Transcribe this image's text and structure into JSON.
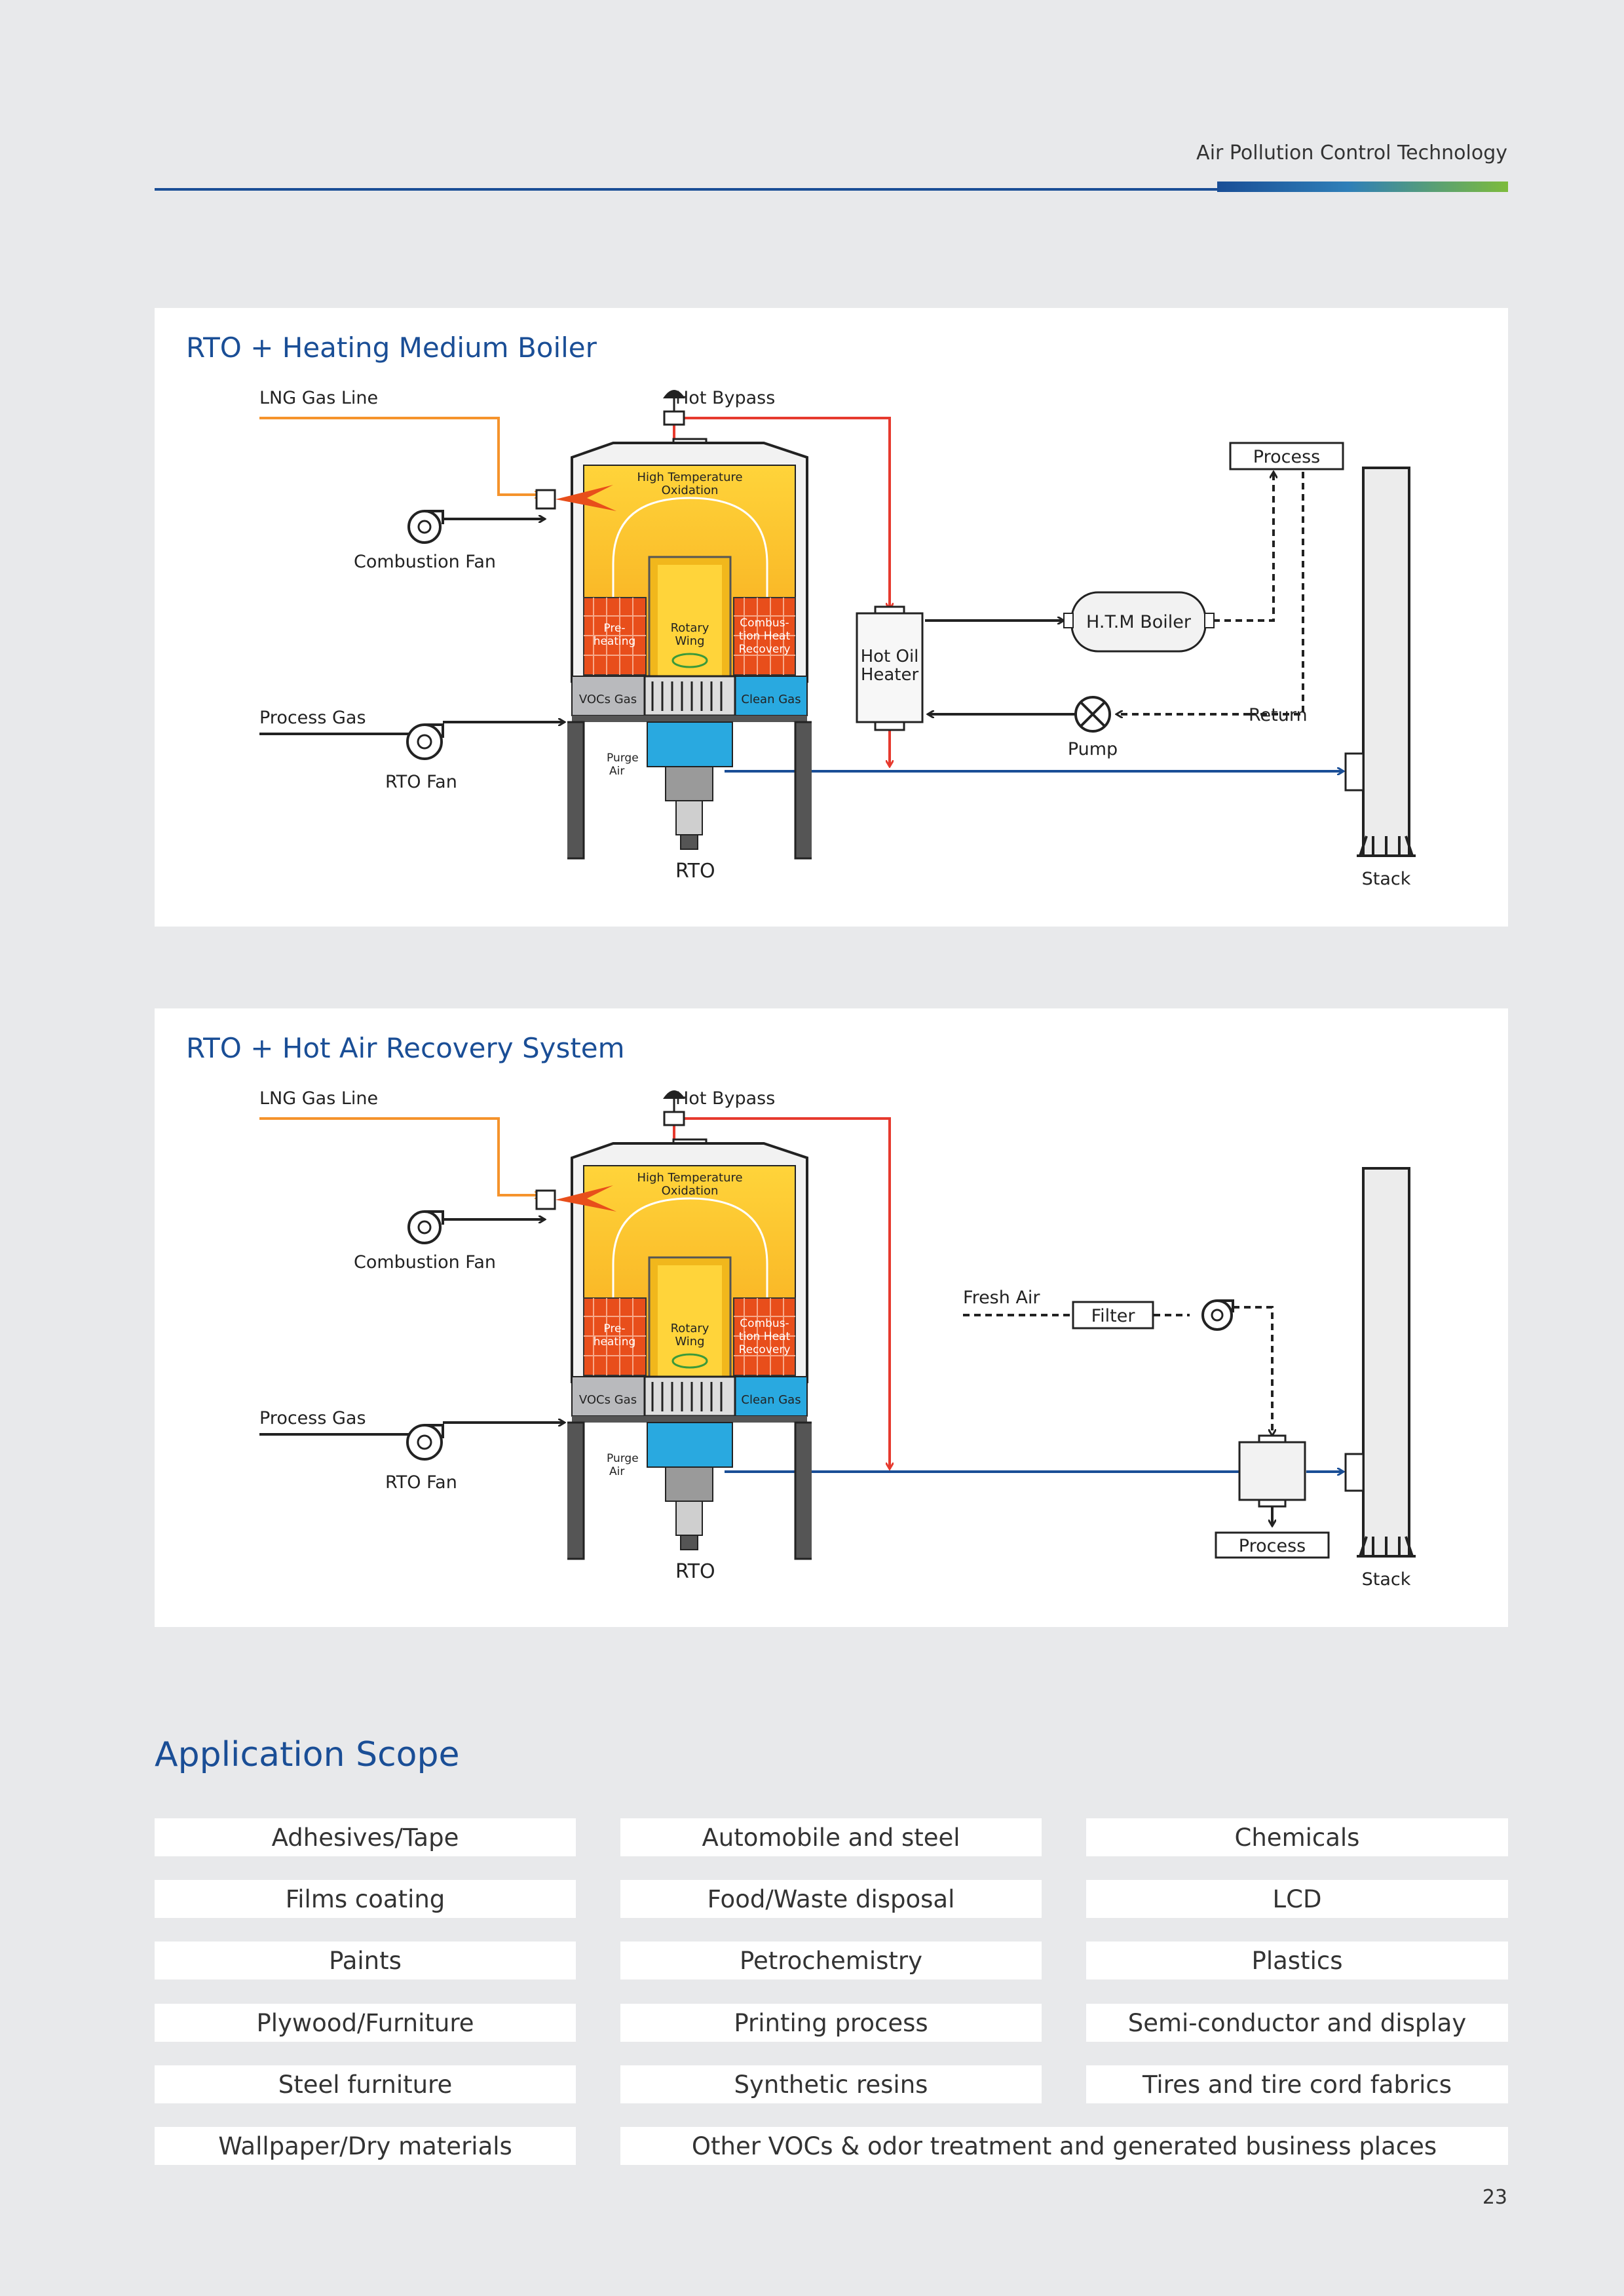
{
  "header": {
    "title": "Air Pollution Control Technology"
  },
  "colors": {
    "accent": "#1a4e96",
    "gas_line": "#f5932c",
    "hot_line": "#e63a2e",
    "clean_line": "#1a4e96",
    "chamber": "#fcc21a",
    "media": "#e84e1b",
    "clean_gas": "#29a9e0"
  },
  "diagram1": {
    "title": "RTO + Heating Medium Boiler",
    "labels": {
      "lng": "LNG Gas Line",
      "bypass": "Hot Bypass",
      "combustion_fan": "Combustion Fan",
      "process_gas": "Process Gas",
      "rto_fan": "RTO Fan",
      "rto": "RTO",
      "hto1": "High Temperature",
      "hto2": "Oxidation",
      "pre1": "Pre-",
      "pre2": "heating",
      "rot1": "Rotary",
      "rot2": "Wing",
      "comb1": "Combus-",
      "comb2": "tion Heat",
      "comb3": "Recovery",
      "vocs": "VOCs Gas",
      "clean": "Clean Gas",
      "purge1": "Purge",
      "purge2": "Air",
      "heater1": "Hot Oil",
      "heater2": "Heater",
      "boiler": "H.T.M Boiler",
      "pump": "Pump",
      "process": "Process",
      "return": "Return",
      "stack": "Stack"
    }
  },
  "diagram2": {
    "title": "RTO + Hot Air Recovery System",
    "labels": {
      "lng": "LNG Gas Line",
      "bypass": "Hot Bypass",
      "combustion_fan": "Combustion Fan",
      "process_gas": "Process Gas",
      "rto_fan": "RTO Fan",
      "rto": "RTO",
      "hto1": "High Temperature",
      "hto2": "Oxidation",
      "pre1": "Pre-",
      "pre2": "heating",
      "rot1": "Rotary",
      "rot2": "Wing",
      "comb1": "Combus-",
      "comb2": "tion Heat",
      "comb3": "Recovery",
      "vocs": "VOCs Gas",
      "clean": "Clean Gas",
      "purge1": "Purge",
      "purge2": "Air",
      "fresh_air": "Fresh Air",
      "filter": "Filter",
      "process": "Process",
      "stack": "Stack"
    }
  },
  "scope": {
    "title": "Application Scope",
    "items": [
      "Adhesives/Tape",
      "Automobile and steel",
      "Chemicals",
      "Films coating",
      "Food/Waste disposal",
      "LCD",
      "Paints",
      "Petrochemistry",
      "Plastics",
      "Plywood/Furniture",
      "Printing process",
      "Semi-conductor and display",
      "Steel furniture",
      "Synthetic resins",
      "Tires and tire cord fabrics",
      "Wallpaper/Dry materials",
      "Other VOCs & odor treatment and generated business places"
    ]
  },
  "page_number": "23"
}
